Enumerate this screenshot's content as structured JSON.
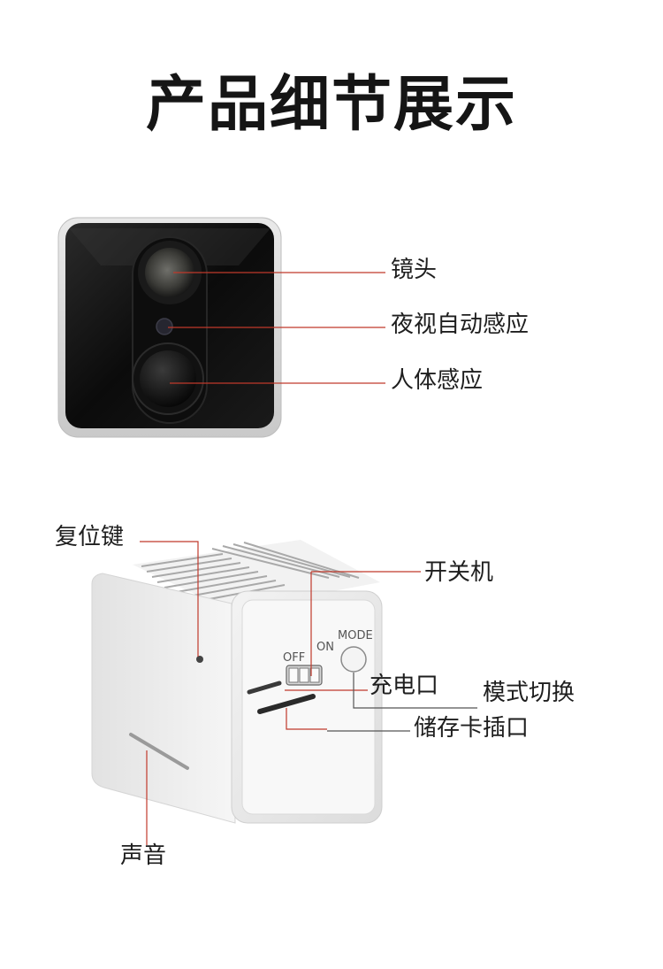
{
  "page": {
    "title": "产品细节展示"
  },
  "front_view": {
    "labels": {
      "lens": "镜头",
      "night_vision": "夜视自动感应",
      "pir": "人体感应"
    }
  },
  "side_view": {
    "labels": {
      "reset": "复位键",
      "power": "开关机",
      "charging": "充电口",
      "mode_switch": "模式切换",
      "card_slot": "储存卡插口",
      "sound": "声音"
    },
    "device_markings": {
      "off": "OFF",
      "on": "ON",
      "mode": "MODE"
    }
  },
  "colors": {
    "callout_line": "#c0392b",
    "gray_line": "#555555"
  }
}
